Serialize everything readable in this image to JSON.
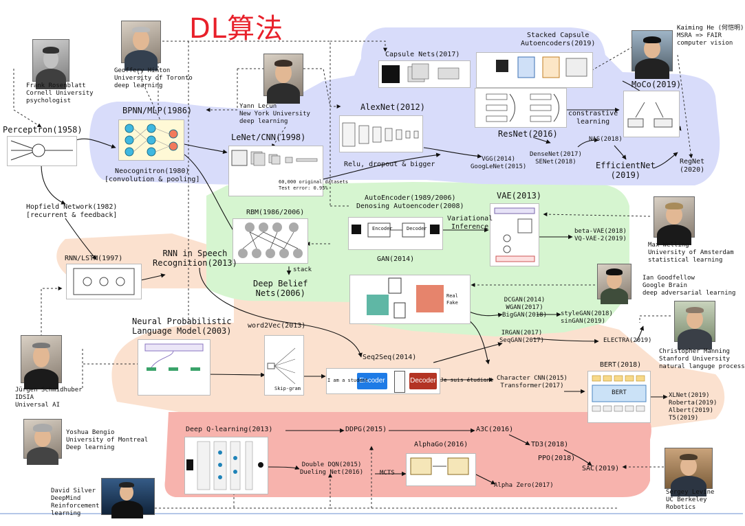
{
  "title": "DL算法",
  "people": {
    "rosenblatt": "Frank Rosenblatt\nCornell University\npsychologist",
    "hinton": "Geoffery Hinton\nUniversity of Toronto\ndeep learning",
    "lecun": "Yann Lecun\nNew York University\ndeep learning",
    "he": "Kaiming He (何恺明)\nMSRA => FAIR\ncomputer vision",
    "welling": "Max Welling\nUniversity of Amsterdam\nstatistical learning",
    "goodfellow": "Ian Goodfellow\nGoogle Brain\ndeep adversarial learning",
    "manning": "Christopher Manning\nStanford University\nnatural languge process",
    "schmidhuber": "Jürgen Schmidhuber\nIDSIA\nUniversal AI",
    "bengio": "Yoshua Bengio\nUniversity of Montreal\nDeep learning",
    "silver": "David Silver\nDeepMind\nReinforcement\nlearning",
    "levine": "Sergey Levine\nUC Berkeley\nRobotics"
  },
  "nodes": {
    "perceptron": "Perceptron(1958)",
    "hopfield": "Hopfield Network(1982)\n[recurrent & feedback]",
    "bpnn": "BPNN/MLP(1986)",
    "neocognitron": "Neocognitron(1980)\n[convolution & pooling]",
    "lenet": "LeNet/CNN(1998)",
    "alexnet": "AlexNet(2012)",
    "alexnet_note": "Relu, dropout & bigger",
    "capsule": "Capsule Nets(2017)",
    "stacked_capsule": "Stacked Capsule\nAutoencoders(2019)",
    "moco": "MoCo(2019)",
    "contrastive": "constrastive\nlearning",
    "resnet": "ResNet(2016)",
    "vgg": "VGG(2014)\nGoogLeNet(2015)",
    "densenet": "DenseNet(2017)\nSENet(2018)",
    "nas": "NAS(2018)",
    "efficientnet": "EfficientNet\n(2019)",
    "regnet": "RegNet\n(2020)",
    "autoencoder": "AutoEncoder(1989/2006)\nDenosing Autoencoder(2008)",
    "vae": "VAE(2013)",
    "variational": "Variational\nInference",
    "beta_vae": "beta-VAE(2018)\nVQ-VAE-2(2019)",
    "rbm": "RBM(1986/2006)",
    "stack": "stack",
    "dbn": "Deep Belief\nNets(2006)",
    "gan": "GAN(2014)",
    "dcgan": "DCGAN(2014)\nWGAN(2017)\nBigGAN(2018)",
    "stylegan": "styleGAN(2018)\nsinGAN(2019)",
    "irgan": "IRGAN(2017)\nSeqGAN(2017)",
    "electra": "ELECTRA(2019)",
    "rnn_lstm": "RNN/LSTM(1997)",
    "rnn_speech": "RNN in Speech\nRecognition(2013)",
    "nplm": "Neural Probabilistic\nLanguage Model(2003)",
    "word2vec": "word2Vec(2013)",
    "seq2seq": "Seq2Seq(2014)",
    "bert": "BERT(2018)",
    "charcnn": "Character CNN(2015)\nTransformer(2017)",
    "xlnet": "XLNet(2019)\nRoberta(2019)\nAlbert(2019)\nT5(2019)",
    "dqn": "Deep Q-learning(2013)",
    "ddpg": "DDPG(2015)",
    "a3c": "A3C(2016)",
    "td3": "TD3(2018)",
    "ppo": "PPO(2018)",
    "sac": "SAC(2019)",
    "alphago": "AlphaGo(2016)",
    "mcts": "MCTS",
    "double_dqn": "Double DQN(2015)\nDueling Net(2016)",
    "alphazero": "Alpha Zero(2017)"
  },
  "figure_text": {
    "encoder": "Encoder",
    "decoder": "Decoder",
    "seq_in": "I am a student",
    "seq_out": "Je suis étudiant",
    "lenet_caption": "60,000 original datasets\nTest error: 0.95%",
    "bert_box": "BERT",
    "w2v_caption": "Skip-gram",
    "gan_real": "Real",
    "gan_fake": "Fake"
  },
  "colors": {
    "title_red": "#e8202a",
    "cv_region": "#d8dcfa",
    "gen_region": "#d6f5d0",
    "nlp_region": "#fbe1cf",
    "rl_region": "#f7b3ad",
    "encoder_blue": "#1e7be6",
    "decoder_red": "#b33424"
  }
}
